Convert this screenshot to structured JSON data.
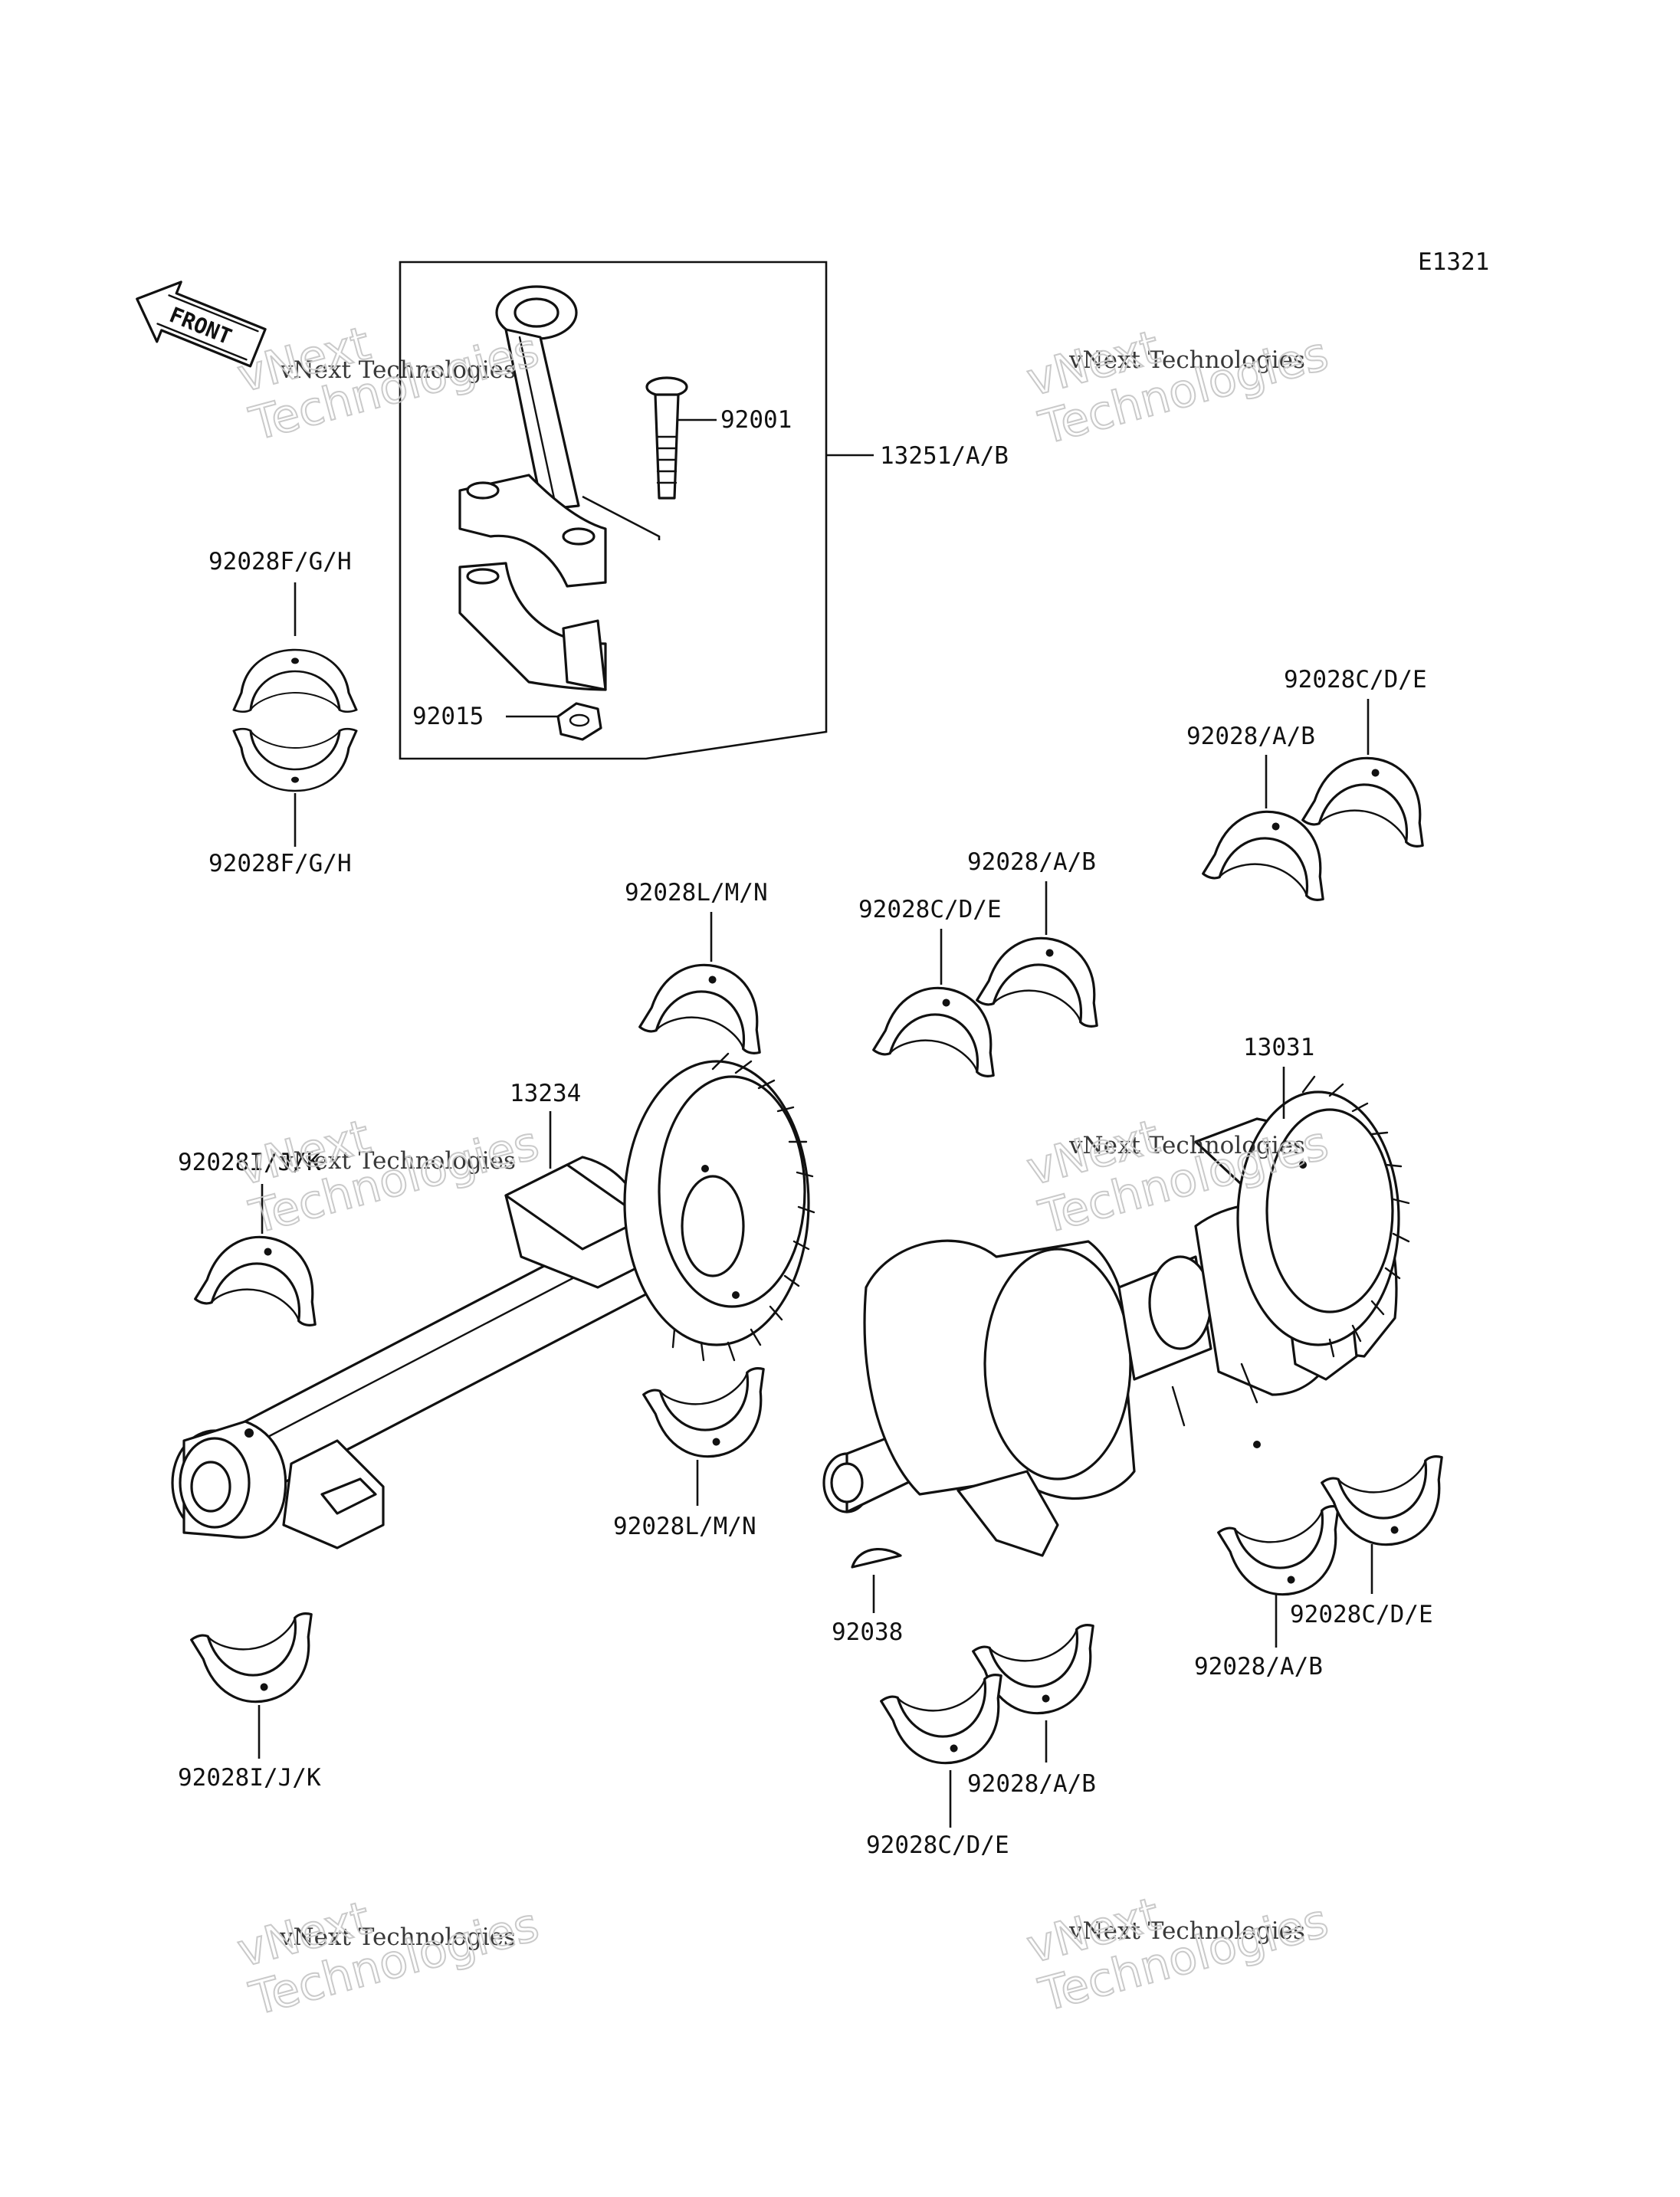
{
  "diagram_code": "E1321",
  "front_label": "FRONT",
  "watermark": {
    "line1": "vNext Technologies",
    "line2": "vNext\nTechnologies"
  },
  "callouts": {
    "p92001": "92001",
    "p13251": "13251/A/B",
    "p92015": "92015",
    "p92028fgh_top": "92028F/G/H",
    "p92028fgh_bottom": "92028F/G/H",
    "p92028cde_right_top": "92028C/D/E",
    "p92028ab_right_top": "92028/A/B",
    "p92028lmn_upper": "92028L/M/N",
    "p92028ab_mid": "92028/A/B",
    "p92028cde_mid": "92028C/D/E",
    "p13234": "13234",
    "p13031": "13031",
    "p92028ijk_upper": "92028I/J/K",
    "p92028lmn_lower": "92028L/M/N",
    "p92038": "92038",
    "p92028ab_right_bottom": "92028/A/B",
    "p92028cde_right_bottom": "92028C/D/E",
    "p92028ijk_lower": "92028I/J/K",
    "p92028ab_bottom": "92028/A/B",
    "p92028cde_bottom": "92028C/D/E"
  }
}
